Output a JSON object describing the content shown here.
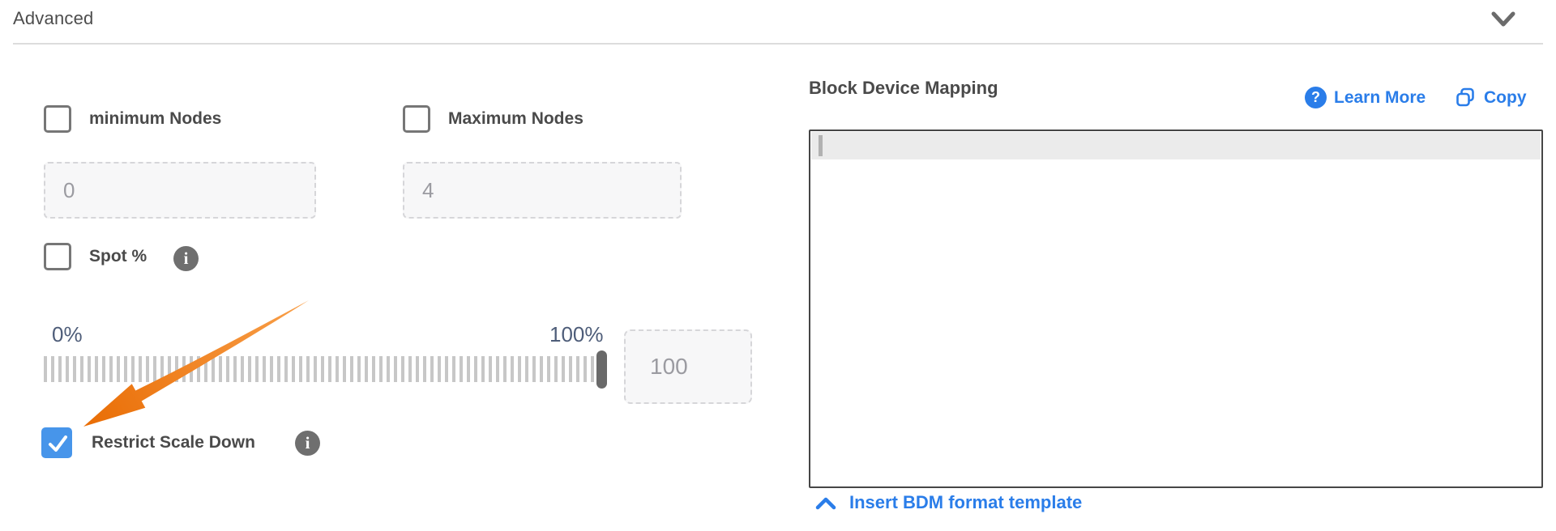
{
  "panel": {
    "title": "Advanced"
  },
  "left": {
    "min_nodes": {
      "label": "minimum Nodes",
      "checked": false,
      "value": "0"
    },
    "max_nodes": {
      "label": "Maximum Nodes",
      "checked": false,
      "value": "4"
    },
    "spot": {
      "label": "Spot %",
      "checked": false
    },
    "slider": {
      "min_label": "0%",
      "max_label": "100%",
      "value": "100",
      "position_pct": 100
    },
    "restrict": {
      "label": "Restrict Scale Down",
      "checked": true
    }
  },
  "bdm": {
    "title": "Block Device Mapping",
    "learn_more_label": "Learn More",
    "copy_label": "Copy",
    "editor_content": "",
    "insert_link_label": "Insert BDM format template"
  },
  "icons": {
    "header_collapse": "chevron-down-icon",
    "spot_help": "info-icon",
    "restrict_help": "info-icon",
    "learn_more": "question-circle-icon",
    "copy": "copy-icon",
    "insert": "chevron-up-icon"
  },
  "colors": {
    "accent_blue": "#2a7de9",
    "checkbox_checked_blue": "#4795ea",
    "arrow_orange": "#ee7711",
    "label_gray": "#4a4a4a",
    "slider_label_slate": "#4e5d79",
    "editor_border": "#464646"
  }
}
